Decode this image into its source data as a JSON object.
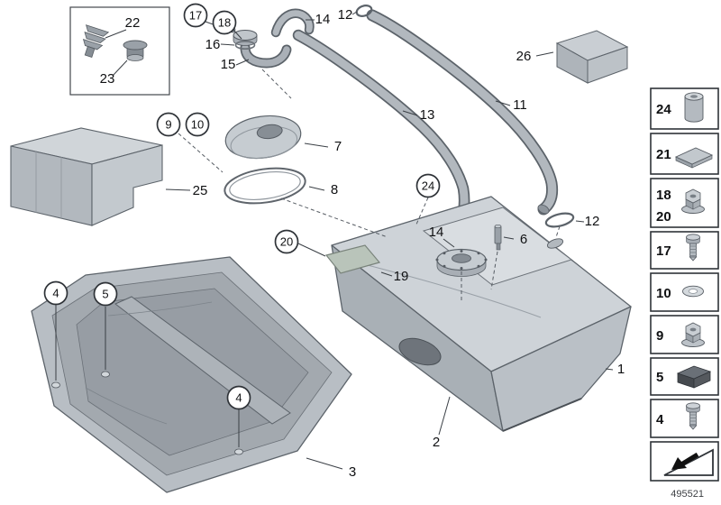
{
  "colors": {
    "line": "#3a3f45",
    "metal_light": "#ccd1d6",
    "metal_mid": "#b4bac0",
    "metal_dark": "#9aa1a8",
    "foam_pad_green": "#b9c4ba",
    "legend_border": "#2f3338"
  },
  "diagram": {
    "inset": {
      "label_22": "22",
      "label_23": "23"
    },
    "callouts": {
      "c17": "17",
      "c18": "18",
      "c9": "9",
      "c10": "10",
      "c24": "24",
      "c20": "20",
      "c4_left": "4",
      "c5": "5",
      "c4_lower": "4",
      "p16": "16",
      "p15": "15",
      "p14_top": "14",
      "p12_top": "12",
      "p26": "26",
      "p13": "13",
      "p11": "11",
      "p7": "7",
      "p8": "8",
      "p25": "25",
      "p14_mid": "14",
      "p6": "6",
      "p19": "19",
      "p12_right": "12",
      "p1": "1",
      "p2": "2",
      "p3": "3"
    },
    "legend": {
      "items": [
        {
          "label": "24",
          "icon": "spacer-sleeve-icon"
        },
        {
          "label": "21",
          "icon": "adhesive-pad-icon"
        },
        {
          "label": "18",
          "icon": "flange-nut-icon"
        },
        {
          "label": "20",
          "icon": "flange-nut-icon"
        },
        {
          "label": "17",
          "icon": "screw-icon"
        },
        {
          "label": "10",
          "icon": "washer-icon"
        },
        {
          "label": "9",
          "icon": "flange-nut-icon"
        },
        {
          "label": "5",
          "icon": "rubber-pad-icon"
        },
        {
          "label": "4",
          "icon": "screw-icon"
        }
      ],
      "footnote_icon": "cross-reference-arrow-icon"
    },
    "footer": {
      "drawing_number": "495521"
    }
  }
}
